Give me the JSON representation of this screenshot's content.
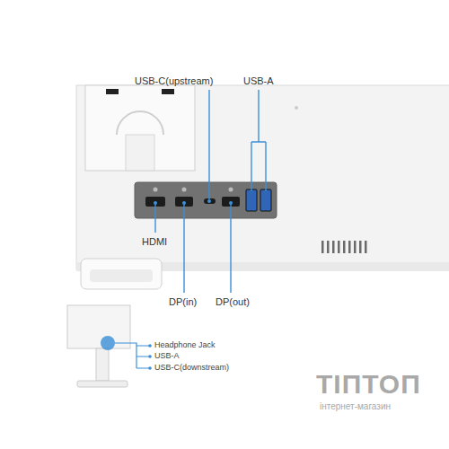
{
  "diagram": {
    "labels": [
      "USB-C(upstream)",
      "USB-A",
      "HDMI",
      "DP(in)",
      "DP(out)",
      "Headphone Jack",
      "USB-A",
      "USB-C(downstream)",
      "ТІПТОП",
      "інтернет-магазин"
    ]
  }
}
